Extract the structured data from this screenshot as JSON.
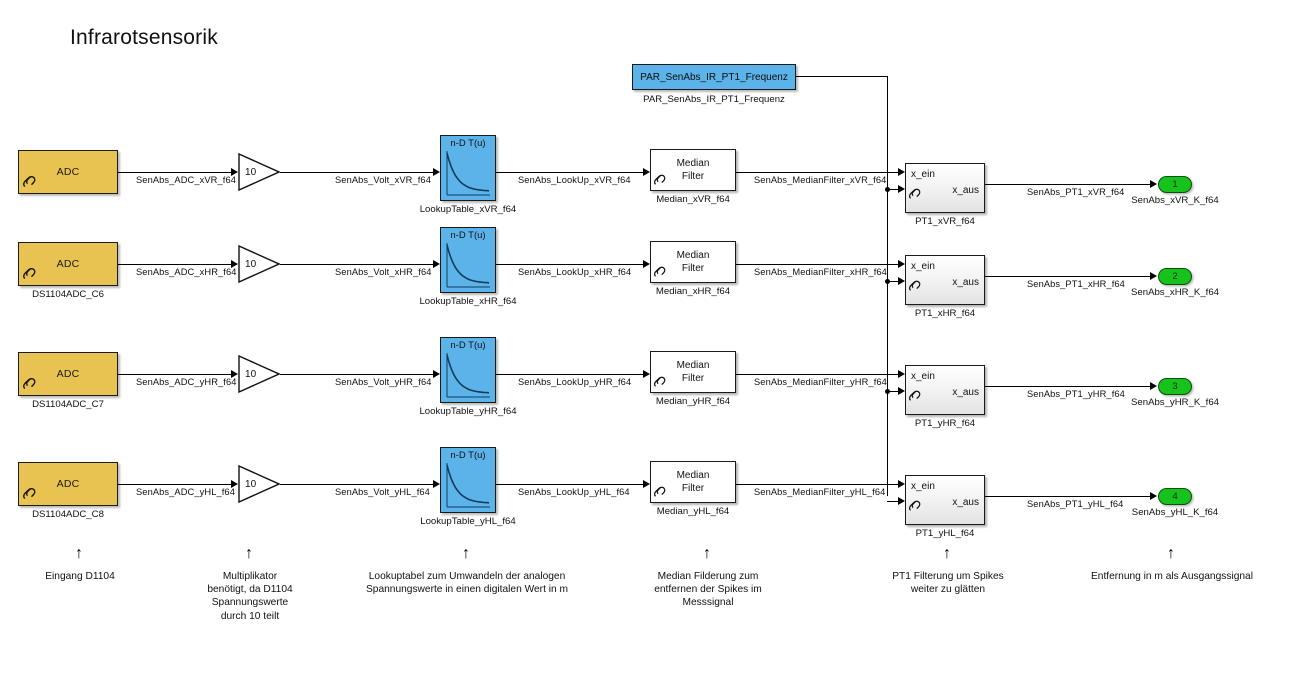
{
  "diagram": {
    "title": "Infrarotsensorik",
    "param_block": {
      "label": "PAR_SenAbs_IR_PT1_Frequenz",
      "name": "PAR_SenAbs_IR_PT1_Frequenz"
    },
    "block_text": {
      "adc": "ADC",
      "lut_expr": "n-D T(u)",
      "median_line1": "Median",
      "median_line2": "Filter",
      "pt1_in": "x_ein",
      "pt1_out": "x_aus",
      "gain_value": "10"
    },
    "channels": [
      {
        "adc_name": "",
        "sig_adc": "SenAbs_ADC_xVR_f64",
        "sig_volt": "SenAbs_Volt_xVR_f64",
        "lut_name": "LookupTable_xVR_f64",
        "sig_lookup": "SenAbs_LookUp_xVR_f64",
        "median_name": "Median_xVR_f64",
        "sig_median": "SenAbs_MedianFilter_xVR_f64",
        "pt1_name": "PT1_xVR_f64",
        "sig_pt1": "SenAbs_PT1_xVR_f64",
        "out_num": "1",
        "out_name": "SenAbs_xVR_K_f64"
      },
      {
        "adc_name": "DS1104ADC_C6",
        "sig_adc": "SenAbs_ADC_xHR_f64",
        "sig_volt": "SenAbs_Volt_xHR_f64",
        "lut_name": "LookupTable_xHR_f64",
        "sig_lookup": "SenAbs_LookUp_xHR_f64",
        "median_name": "Median_xHR_f64",
        "sig_median": "SenAbs_MedianFilter_xHR_f64",
        "pt1_name": "PT1_xHR_f64",
        "sig_pt1": "SenAbs_PT1_xHR_f64",
        "out_num": "2",
        "out_name": "SenAbs_xHR_K_f64"
      },
      {
        "adc_name": "DS1104ADC_C7",
        "sig_adc": "SenAbs_ADC_yHR_f64",
        "sig_volt": "SenAbs_Volt_yHR_f64",
        "lut_name": "LookupTable_yHR_f64",
        "sig_lookup": "SenAbs_LookUp_yHR_f64",
        "median_name": "Median_yHR_f64",
        "sig_median": "SenAbs_MedianFilter_yHR_f64",
        "pt1_name": "PT1_yHR_f64",
        "sig_pt1": "SenAbs_PT1_yHR_f64",
        "out_num": "3",
        "out_name": "SenAbs_yHR_K_f64"
      },
      {
        "adc_name": "DS1104ADC_C8",
        "sig_adc": "SenAbs_ADC_yHL_f64",
        "sig_volt": "SenAbs_Volt_yHL_f64",
        "lut_name": "LookupTable_yHL_f64",
        "sig_lookup": "SenAbs_LookUp_yHL_f64",
        "median_name": "Median_yHL_f64",
        "sig_median": "SenAbs_MedianFilter_yHL_f64",
        "pt1_name": "PT1_yHL_f64",
        "sig_pt1": "SenAbs_PT1_yHL_f64",
        "out_num": "4",
        "out_name": "SenAbs_yHL_K_f64"
      }
    ],
    "annotations": [
      {
        "arrow": "↑",
        "text": "Eingang D1104"
      },
      {
        "arrow": "↑",
        "text": "Multiplikator\nbenötigt, da D1104\nSpannungswerte\ndurch 10 teilt"
      },
      {
        "arrow": "↑",
        "text": "Lookuptabel zum Umwandeln der analogen\nSpannungswerte in einen digitalen Wert in m"
      },
      {
        "arrow": "↑",
        "text": "Median Filderung zum\nentfernen der Spikes im\nMesssignal"
      },
      {
        "arrow": "↑",
        "text": "PT1 Filterung um Spikes\nweiter zu glätten"
      },
      {
        "arrow": "↑",
        "text": "Entfernung in m als Ausgangssignal"
      }
    ],
    "colors": {
      "adc_fill": "#e8c352",
      "lut_fill": "#5cb3ea",
      "output_fill": "#16c21b",
      "background": "#ffffff",
      "wire": "#000000"
    }
  }
}
